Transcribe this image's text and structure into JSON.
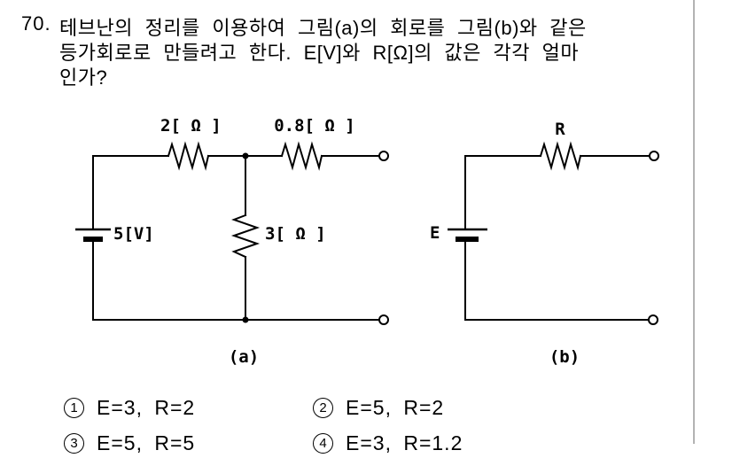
{
  "question": {
    "number": "70.",
    "lines": [
      "테브난의 정리를 이용하여 그림(a)의 회로를 그림(b)와 같은",
      "등가회로로 만들려고 한다. E[V]와 R[Ω]의 값은 각각 얼마",
      "인가?"
    ]
  },
  "circuit_a": {
    "caption": "(a)",
    "source_label": "5[V]",
    "series_resistor1_label": "2[ Ω ]",
    "series_resistor2_label": "0.8[ Ω ]",
    "shunt_resistor_label": "3[ Ω ]"
  },
  "circuit_b": {
    "caption": "(b)",
    "source_label": "E",
    "resistor_label": "R"
  },
  "choices": [
    {
      "num": "1",
      "text": "E=3, R=2"
    },
    {
      "num": "2",
      "text": "E=5, R=2"
    },
    {
      "num": "3",
      "text": "E=5, R=5"
    },
    {
      "num": "4",
      "text": "E=3, R=1.2"
    }
  ],
  "colors": {
    "ink": "#000000",
    "divider": "#b3b3b3",
    "background": "#ffffff"
  }
}
